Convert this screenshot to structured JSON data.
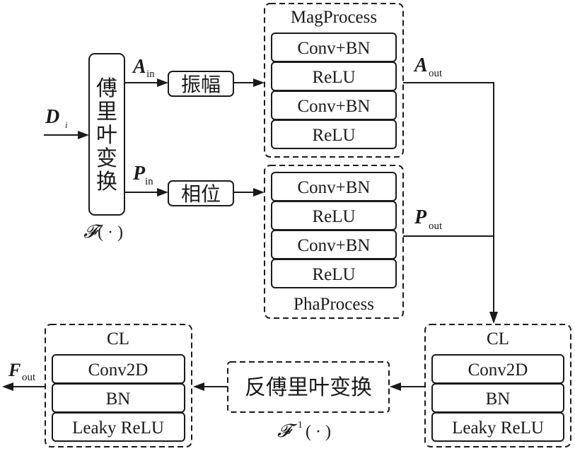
{
  "input": {
    "symbol": "D",
    "sub": "i"
  },
  "fft": {
    "chars": [
      "傅",
      "里",
      "叶",
      "变",
      "换"
    ],
    "label_symbol": "𝓕",
    "label_arg": "( · )"
  },
  "amp_branch": {
    "signal_symbol": "A",
    "signal_sub": "in",
    "op_label": "振幅"
  },
  "phase_branch": {
    "signal_symbol": "P",
    "signal_sub": "in",
    "op_label": "相位"
  },
  "mag_process": {
    "title": "MagProcess",
    "layers": [
      "Conv+BN",
      "ReLU",
      "Conv+BN",
      "ReLU"
    ],
    "out_symbol": "A",
    "out_sub": "out"
  },
  "pha_process": {
    "title": "PhaProcess",
    "layers": [
      "Conv+BN",
      "ReLU",
      "Conv+BN",
      "ReLU"
    ],
    "out_symbol": "P",
    "out_sub": "out"
  },
  "cl_right": {
    "title": "CL",
    "layers": [
      "Conv2D",
      "BN",
      "Leaky ReLU"
    ]
  },
  "ifft": {
    "label": "反傅里叶变换",
    "sym_symbol": "𝓕",
    "sym_sup": "−1",
    "sym_arg": "( · )"
  },
  "cl_left": {
    "title": "CL",
    "layers": [
      "Conv2D",
      "BN",
      "Leaky ReLU"
    ]
  },
  "output": {
    "symbol": "F",
    "sub": "out"
  }
}
